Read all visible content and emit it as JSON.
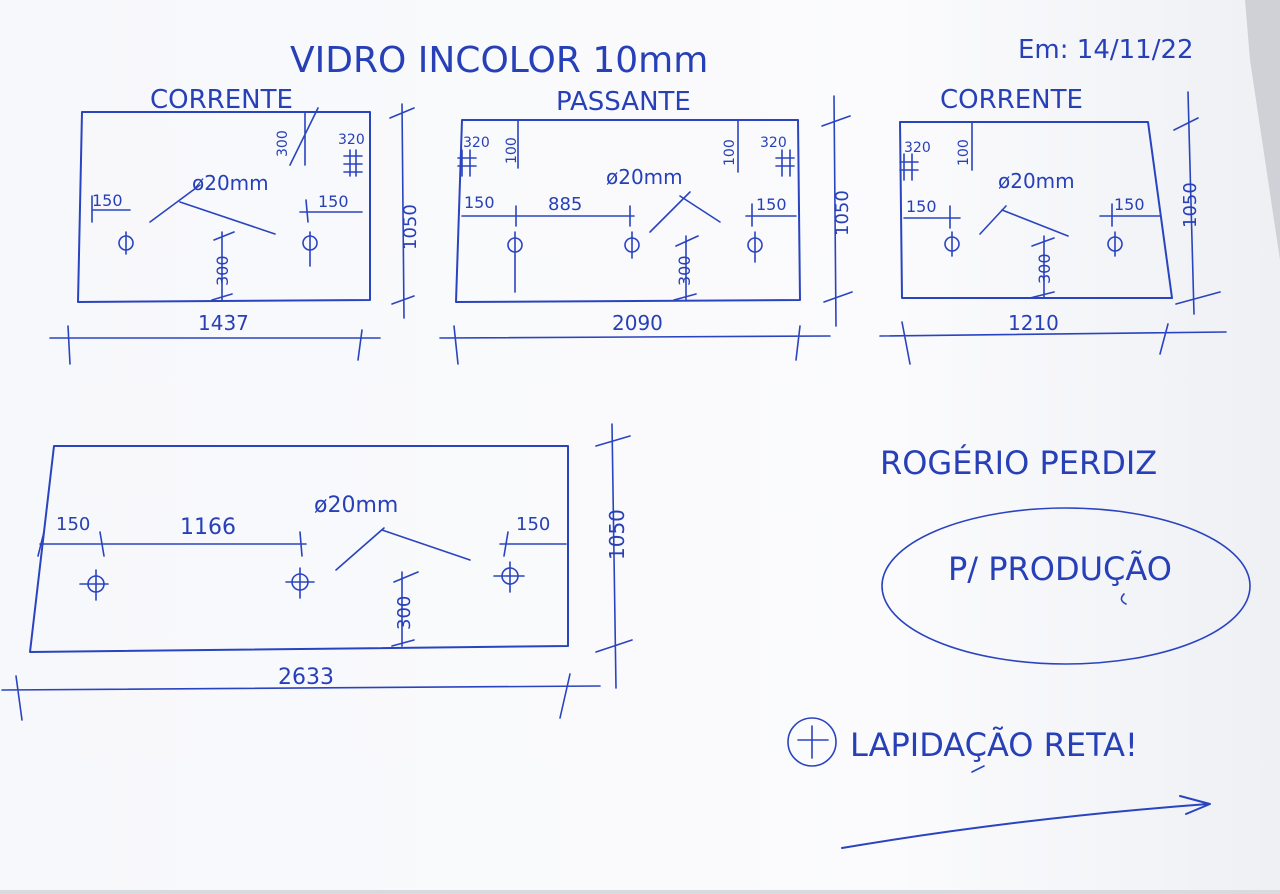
{
  "header": {
    "title": "VIDRO INCOLOR 10mm",
    "date": "Em: 14/11/22"
  },
  "panels": [
    {
      "label": "CORRENTE",
      "width": "1437",
      "height": "1050",
      "edge_left": "150",
      "edge_right": "150",
      "hole_top": "300",
      "bottom_to_hole": "300",
      "side_note": "320",
      "diameter": "ø20mm"
    },
    {
      "label": "PASSANTE",
      "width": "2090",
      "height": "1050",
      "edge_left": "150",
      "edge_right": "150",
      "middle": "885",
      "left_top": "320",
      "left_vert": "100",
      "right_vert": "100",
      "right_top": "320",
      "bottom_to_hole": "300",
      "diameter": "ø20mm"
    },
    {
      "label": "CORRENTE",
      "width": "1210",
      "height": "1050",
      "edge_left": "150",
      "edge_right": "150",
      "left_top": "320",
      "left_vert": "100",
      "bottom_to_hole": "300",
      "diameter": "ø20mm"
    },
    {
      "label": "",
      "width": "2633",
      "height": "1050",
      "edge_left": "150",
      "edge_right": "150",
      "middle": "1166",
      "bottom_to_hole": "300",
      "diameter": "ø20mm"
    }
  ],
  "notes": {
    "name": "ROGÉRIO PERDIZ",
    "stamp": "P/ PRODUÇÃO",
    "finish": "LAPIDAÇÃO RETA!"
  },
  "colors": {
    "ink": "#2a44c0",
    "paper": "#fbfbfd"
  }
}
